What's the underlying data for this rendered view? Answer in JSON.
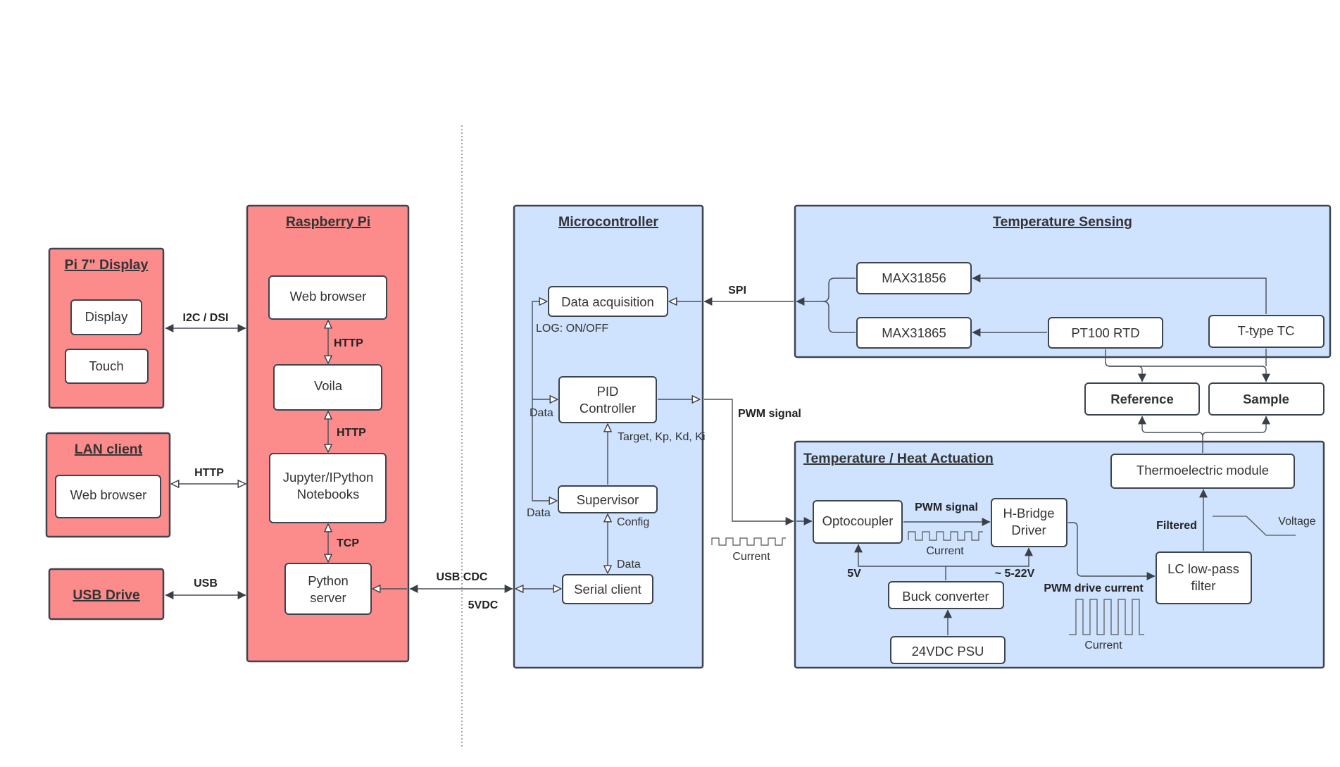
{
  "colors": {
    "pi_fill": "#fc8b8b",
    "mcu_fill": "#cfe2fe",
    "node_fill": "#ffffff",
    "border": "#3c4450",
    "text": "#333333"
  },
  "groups": {
    "pi_display": {
      "title": "Pi 7\" Display"
    },
    "lan_client": {
      "title": "LAN client"
    },
    "usb_drive": {
      "title": "USB Drive"
    },
    "raspberry_pi": {
      "title": "Raspberry Pi"
    },
    "microcontroller": {
      "title": "Microcontroller"
    },
    "temp_sensing": {
      "title": "Temperature Sensing"
    },
    "heat_actuation": {
      "title": "Temperature / Heat Actuation"
    }
  },
  "nodes": {
    "display": "Display",
    "touch": "Touch",
    "lan_web_browser": "Web browser",
    "pi_web_browser": "Web browser",
    "voila": "Voila",
    "jupyter_line1": "Jupyter/IPython",
    "jupyter_line2": "Notebooks",
    "python_server_line1": "Python",
    "python_server_line2": "server",
    "data_acquisition": "Data acquisition",
    "pid_line1": "PID",
    "pid_line2": "Controller",
    "supervisor": "Supervisor",
    "serial_client": "Serial client",
    "max31856": "MAX31856",
    "max31865": "MAX31865",
    "pt100": "PT100 RTD",
    "ttype_tc": "T-type TC",
    "reference": "Reference",
    "sample": "Sample",
    "thermoelectric": "Thermoelectric module",
    "optocoupler": "Optocoupler",
    "hbridge_line1": "H-Bridge",
    "hbridge_line2": "Driver",
    "lc_line1": "LC low-pass",
    "lc_line2": "filter",
    "buck": "Buck converter",
    "psu": "24VDC PSU"
  },
  "edges": {
    "i2c_dsi": "I2C / DSI",
    "http_lan": "HTTP",
    "usb": "USB",
    "http_web_voila": "HTTP",
    "http_voila_jupyter": "HTTP",
    "tcp": "TCP",
    "usb_cdc": "USB  CDC",
    "vdc5": "5VDC",
    "spi": "SPI",
    "log": "LOG: ON/OFF",
    "data_pid": "Data",
    "data_supervisor": "Data",
    "target": "Target, Kp, Kd, Ki",
    "config": "Config",
    "data_serial": "Data",
    "pwm_signal_mcu": "PWM signal",
    "current_mcu": "Current",
    "pwm_signal_opto": "PWM signal",
    "current_opto": "Current",
    "v5": "5V",
    "v5_22": "~ 5-22V",
    "pwm_drive_current": "PWM drive current",
    "current_drive": "Current",
    "filtered": "Filtered",
    "voltage": "Voltage"
  }
}
